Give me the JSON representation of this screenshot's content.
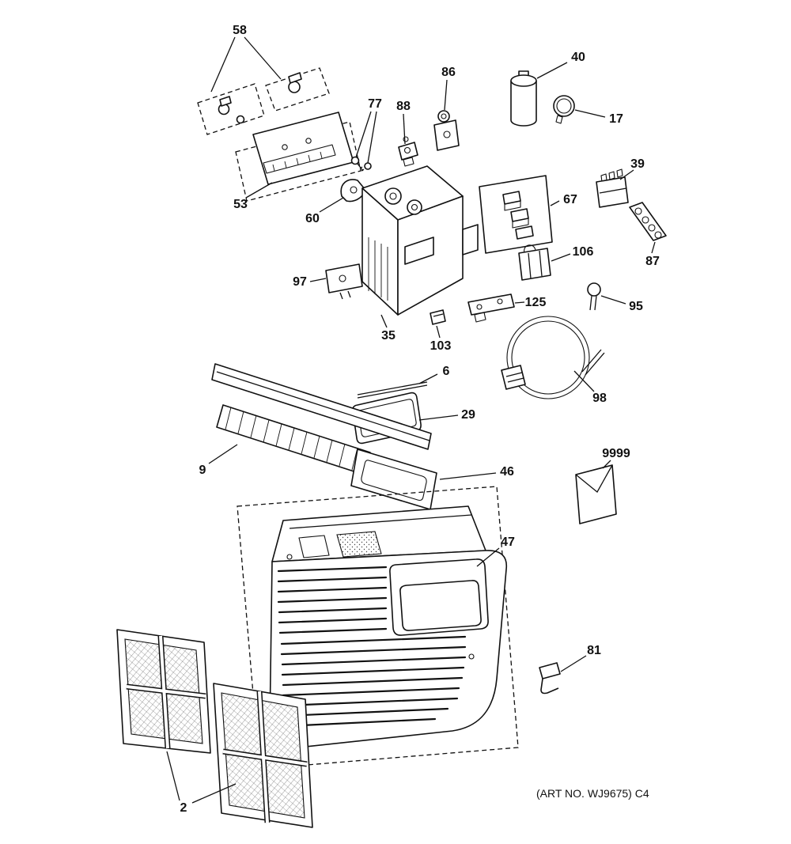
{
  "colors": {
    "line": "#111111",
    "background": "#ffffff"
  },
  "footer": {
    "art_no": "(ART NO. WJ9675) C4"
  },
  "callouts": [
    {
      "id": "58"
    },
    {
      "id": "77"
    },
    {
      "id": "88"
    },
    {
      "id": "86"
    },
    {
      "id": "40"
    },
    {
      "id": "17"
    },
    {
      "id": "39"
    },
    {
      "id": "53"
    },
    {
      "id": "60"
    },
    {
      "id": "67"
    },
    {
      "id": "87"
    },
    {
      "id": "106"
    },
    {
      "id": "97"
    },
    {
      "id": "35"
    },
    {
      "id": "103"
    },
    {
      "id": "125"
    },
    {
      "id": "95"
    },
    {
      "id": "98"
    },
    {
      "id": "6"
    },
    {
      "id": "29"
    },
    {
      "id": "9"
    },
    {
      "id": "46"
    },
    {
      "id": "9999"
    },
    {
      "id": "47"
    },
    {
      "id": "81"
    },
    {
      "id": "2"
    }
  ]
}
